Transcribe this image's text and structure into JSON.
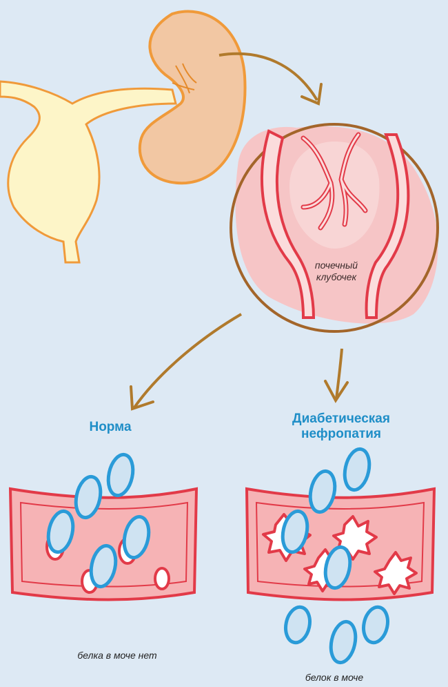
{
  "labels": {
    "glomerulus_line1": "почечный",
    "glomerulus_line2": "клубочек",
    "normal": "Норма",
    "diabetic_line1": "Диабетическая",
    "diabetic_line2": "нефропатия",
    "no_protein": "белка в моче нет",
    "protein": "белок в моче"
  },
  "colors": {
    "background": "#dde9f4",
    "kidney_outline": "#f09a3a",
    "kidney_fill": "#f2c7a3",
    "ureter_fill": "#fdf5c8",
    "vessel_red": "#e23a48",
    "vessel_fill": "#f6b3b5",
    "arrow_brown": "#b07a2c",
    "cell_blue": "#2a9bd8",
    "cell_fill": "#cfe3f2",
    "heading_blue": "#1f8ec7"
  }
}
